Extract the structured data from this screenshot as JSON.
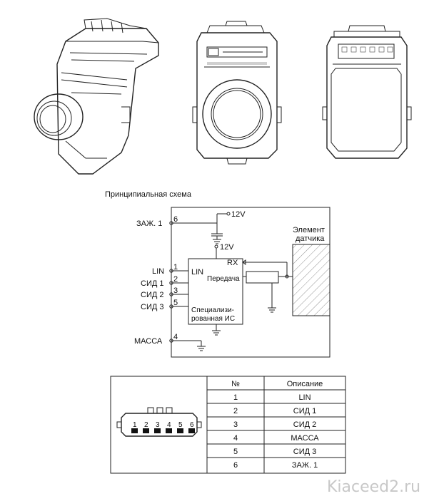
{
  "schematic": {
    "title": "Принципиальная схема",
    "v12_top": "12V",
    "v12_ic": "12V",
    "element_label_1": "Элемент",
    "element_label_2": "датчика",
    "ic_lin": "LIN",
    "ic_rx": "RX",
    "ic_tx": "Передача",
    "ic_name_1": "Специализи-",
    "ic_name_2": "рованная ИС",
    "pins": [
      {
        "label": "ЗАЖ. 1",
        "num": "6"
      },
      {
        "label": "LIN",
        "num": "1"
      },
      {
        "label": "СИД 1",
        "num": "2"
      },
      {
        "label": "СИД 2",
        "num": "3"
      },
      {
        "label": "СИД 3",
        "num": "5"
      },
      {
        "label": "МАССА",
        "num": "4"
      }
    ]
  },
  "connector": {
    "pin_numbers": [
      "1",
      "2",
      "3",
      "4",
      "5",
      "6"
    ]
  },
  "pin_table": {
    "headers": [
      "№",
      "Описание"
    ],
    "rows": [
      [
        "1",
        "LIN"
      ],
      [
        "2",
        "СИД 1"
      ],
      [
        "3",
        "СИД 2"
      ],
      [
        "4",
        "МАССА"
      ],
      [
        "5",
        "СИД 3"
      ],
      [
        "6",
        "ЗАЖ. 1"
      ]
    ]
  },
  "watermark": "Kiaceed2.ru"
}
